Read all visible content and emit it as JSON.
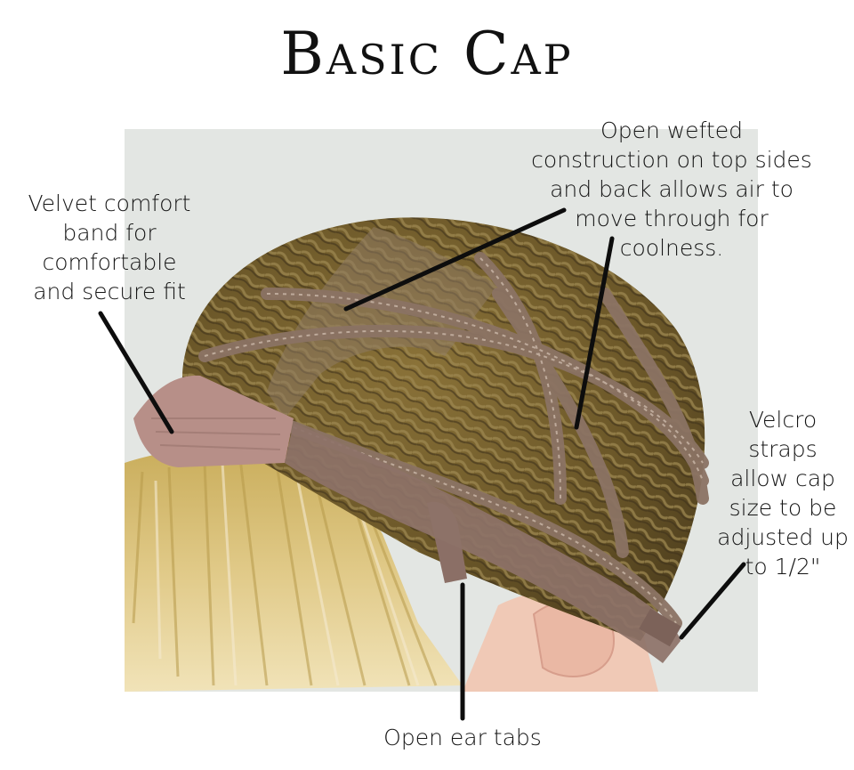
{
  "title": "Basic Cap",
  "callouts": {
    "velvet": "Velvet comfort\nband for\ncomfortable\nand secure fit",
    "wefted": "Open wefted\nconstruction  on top sides\nand back allows air to\nmove through for\ncoolness.",
    "velcro": "Velcro\nstraps\nallow cap\nsize to be\nadjusted up\nto 1/2\"",
    "ear": "Open ear tabs"
  },
  "colors": {
    "background": "#ffffff",
    "photo_backdrop": "#e4e7e4",
    "hair_blonde": "#cdb46a",
    "cap_mesh": "#6e5a2c",
    "cap_band": "#8a7268",
    "velvet_band": "#b9908a",
    "leader_line": "#0d0d0d"
  }
}
